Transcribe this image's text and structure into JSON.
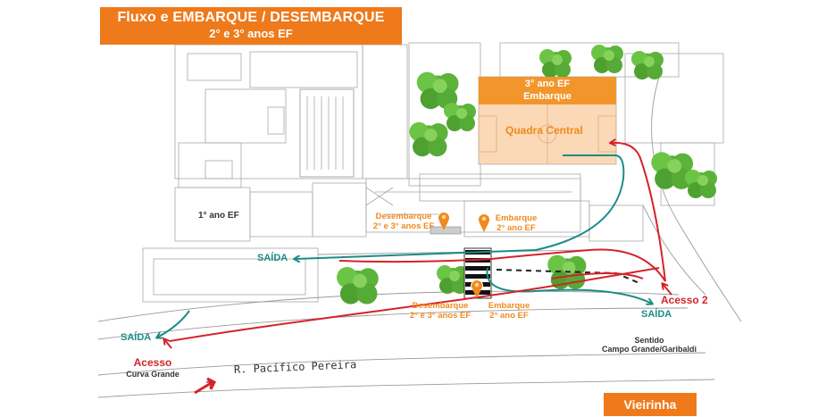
{
  "title": {
    "main": "Fluxo e EMBARQUE / DESEMBARQUE",
    "sub": "2° e 3° anos EF"
  },
  "court": {
    "header_line1": "3° ano EF",
    "header_line2": "Embarque",
    "label": "Quadra Central"
  },
  "building_label": "1° ano EF",
  "upper_stops": {
    "desembarque": {
      "line1": "Desembarque",
      "line2": "2° e 3° anos EF"
    },
    "embarque": {
      "line1": "Embarque",
      "line2": "2° ano EF"
    }
  },
  "lower_stops": {
    "desembarque": {
      "line1": "Desembarque",
      "line2": "2° e 3° anos EF"
    },
    "embarque": {
      "line1": "Embarque",
      "line2": "2° ano EF"
    }
  },
  "exits": {
    "middle": "SAÍDA",
    "left": "SAÍDA",
    "right": "SAÍDA"
  },
  "accesses": {
    "access2": "Acesso 2",
    "acesso_left": {
      "line1": "Acesso",
      "line2": "Curva Grande"
    }
  },
  "direction": {
    "line1": "Sentido",
    "line2": "Campo Grande/Garibaldi"
  },
  "street": "R. Pacífico Pereira",
  "neighborhood": "Vieirinha",
  "colors": {
    "orange": "#ee7a1c",
    "court_fill": "#fbd8b6",
    "entry_red": "#d4232b",
    "exit_teal": "#1b8c86",
    "tree_green": "#5cb33a",
    "outline_gray": "#9a9a9a"
  }
}
